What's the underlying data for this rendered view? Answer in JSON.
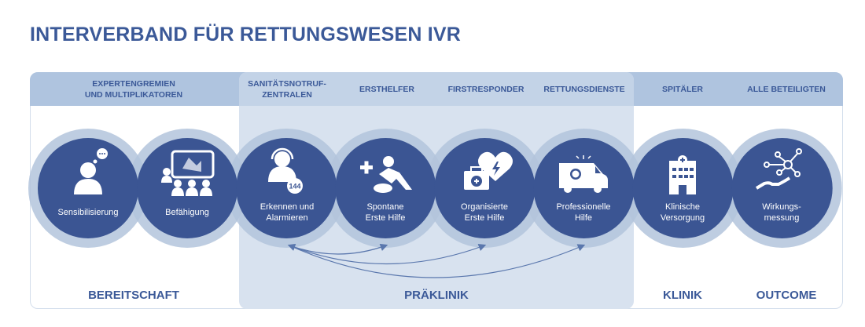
{
  "title": "INTERVERBAND FÜR RETTUNGSWESEN  IVR",
  "headers": [
    {
      "line1": "EXPERTENGREMIEN",
      "line2": "UND MULTIPLIKATOREN"
    },
    {
      "line1": "SANITÄTSNOTRUF-",
      "line2": "ZENTRALEN"
    },
    {
      "line1": "ERSTHELFER",
      "line2": ""
    },
    {
      "line1": "FIRSTRESPONDER",
      "line2": ""
    },
    {
      "line1": "RETTUNGSDIENSTE",
      "line2": ""
    },
    {
      "line1": "SPITÄLER",
      "line2": ""
    },
    {
      "line1": "ALLE BETEILIGTEN",
      "line2": ""
    }
  ],
  "circles": [
    {
      "line1": "Sensibilisierung",
      "line2": "",
      "icon": "person-thinking-icon"
    },
    {
      "line1": "Befähigung",
      "line2": "",
      "icon": "training-presentation-icon"
    },
    {
      "line1": "Erkennen und",
      "line2": "Alarmieren",
      "icon": "call-operator-icon",
      "badge": "144"
    },
    {
      "line1": "Spontane",
      "line2": "Erste Hilfe",
      "icon": "cpr-icon"
    },
    {
      "line1": "Organisierte",
      "line2": "Erste Hilfe",
      "icon": "first-aid-defibrillator-icon"
    },
    {
      "line1": "Professionelle",
      "line2": "Hilfe",
      "icon": "ambulance-icon"
    },
    {
      "line1": "Klinische",
      "line2": "Versorgung",
      "icon": "hospital-icon"
    },
    {
      "line1": "Wirkungs-",
      "line2": "messung",
      "icon": "network-hand-icon"
    }
  ],
  "phases": [
    "BEREITSCHAFT",
    "PRÄKLINIK",
    "KLINIK",
    "OUTCOME"
  ],
  "colors": {
    "primary": "#3b5593",
    "ring": "#b3c4dc",
    "band": "#afc4df",
    "panel": "#d8e2ef",
    "text": "#3b5998"
  }
}
